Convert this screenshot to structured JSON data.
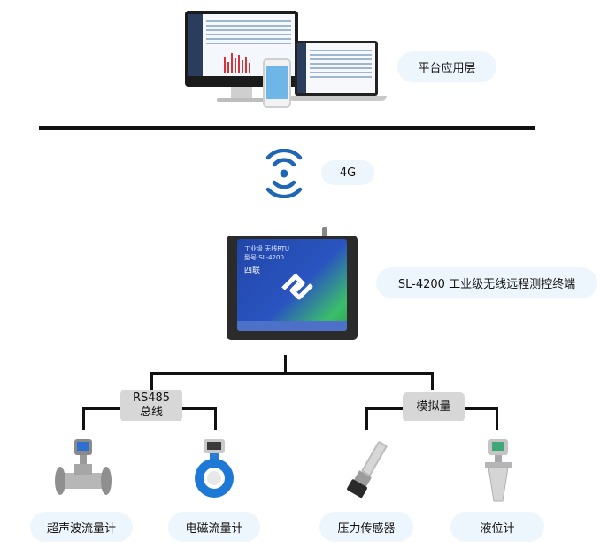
{
  "platform": {
    "label": "平台应用层"
  },
  "network": {
    "label": "4G"
  },
  "device": {
    "label": "SL-4200 工业级无线远程测控终端",
    "panel_title": "工业级 无线RTU",
    "panel_model": "型号:SL-4200",
    "panel_brand": "四联"
  },
  "bus": {
    "rs485_line1": "RS485",
    "rs485_line2": "总线",
    "analog": "模拟量"
  },
  "sensors": [
    {
      "label": "超声波流量计"
    },
    {
      "label": "电磁流量计"
    },
    {
      "label": "压力传感器"
    },
    {
      "label": "液位计"
    }
  ],
  "colors": {
    "pill_bg": "#eef6fd",
    "gray_box": "#d7d7d7",
    "wifi_blue": "#1f66b6",
    "device_blue": "#2146a8",
    "device_green": "#3bbf6a"
  },
  "icons": [
    "wireless-signal-icon",
    "monitor-icon",
    "laptop-icon",
    "phone-icon"
  ]
}
